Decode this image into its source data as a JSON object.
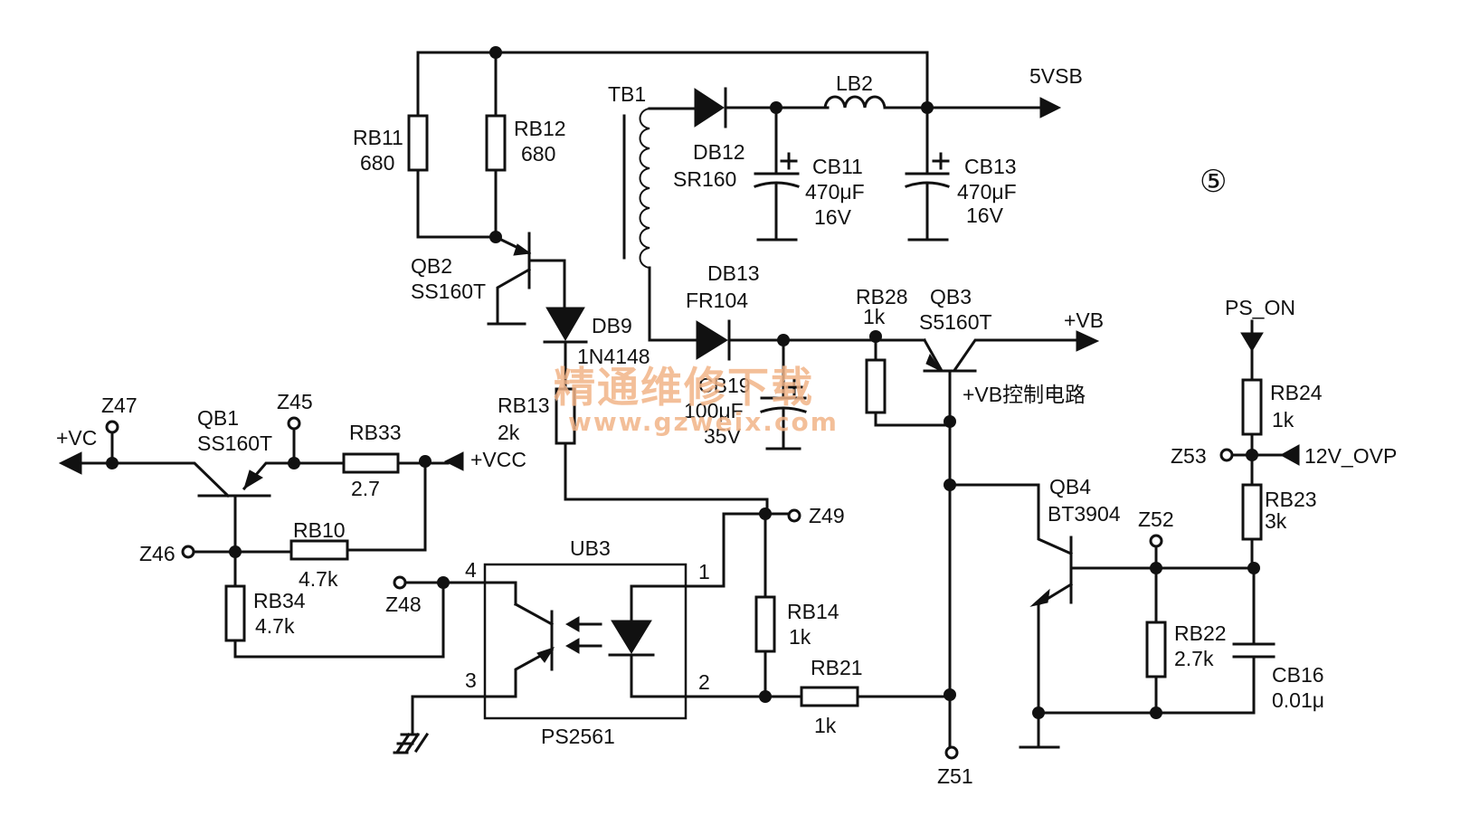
{
  "labels": {
    "vsb": "5VSB",
    "tb1": "TB1",
    "lb2": "LB2",
    "db12": "DB12",
    "db12_val": "SR160",
    "cb11": "CB11",
    "cb11_val1": "470μF",
    "cb11_val2": "16V",
    "cb13": "CB13",
    "cb13_val1": "470μF",
    "cb13_val2": "16V",
    "rb11": "RB11",
    "rb11_val": "680",
    "rb12": "RB12",
    "rb12_val": "680",
    "qb2": "QB2",
    "qb2_val": "SS160T",
    "db13": "DB13",
    "db13_val": "FR104",
    "rb28": "RB28",
    "rb28_val": "1k",
    "qb3": "QB3",
    "qb3_val": "S5160T",
    "vb": "+VB",
    "vb_ctrl": "+VB控制电路",
    "db9": "DB9",
    "db9_val": "1N4148",
    "cb19": "CB19",
    "cb19_val1": "100μF",
    "cb19_val2": "35V",
    "rb13": "RB13",
    "rb13_val": "2k",
    "z47": "Z47",
    "z45": "Z45",
    "qb1": "QB1",
    "qb1_val": "SS160T",
    "rb33": "RB33",
    "rb33_val": "2.7",
    "vc": "+VC",
    "vcc": "+VCC",
    "z46": "Z46",
    "rb10": "RB10",
    "rb10_val": "4.7k",
    "rb34": "RB34",
    "rb34_val": "4.7k",
    "z48": "Z48",
    "ub3": "UB3",
    "ub3_part": "PS2561",
    "pin4": "4",
    "pin3": "3",
    "pin1": "1",
    "pin2": "2",
    "z49": "Z49",
    "rb14": "RB14",
    "rb14_val": "1k",
    "rb21": "RB21",
    "rb21_val": "1k",
    "z51": "Z51",
    "qb4": "QB4",
    "qb4_val": "BT3904",
    "z52": "Z52",
    "rb22": "RB22",
    "rb22_val": "2.7k",
    "cb16": "CB16",
    "cb16_val": "0.01μ",
    "ps_on": "PS_ON",
    "rb24": "RB24",
    "rb24_val": "1k",
    "z53": "Z53",
    "ovp": "12V_OVP",
    "rb23": "RB23",
    "rb23_val": "3k",
    "fig_no": "⑤"
  },
  "watermark": {
    "line1": "精通维修下载",
    "line2": "www.gzweix.com",
    "color": "#f2b488"
  }
}
